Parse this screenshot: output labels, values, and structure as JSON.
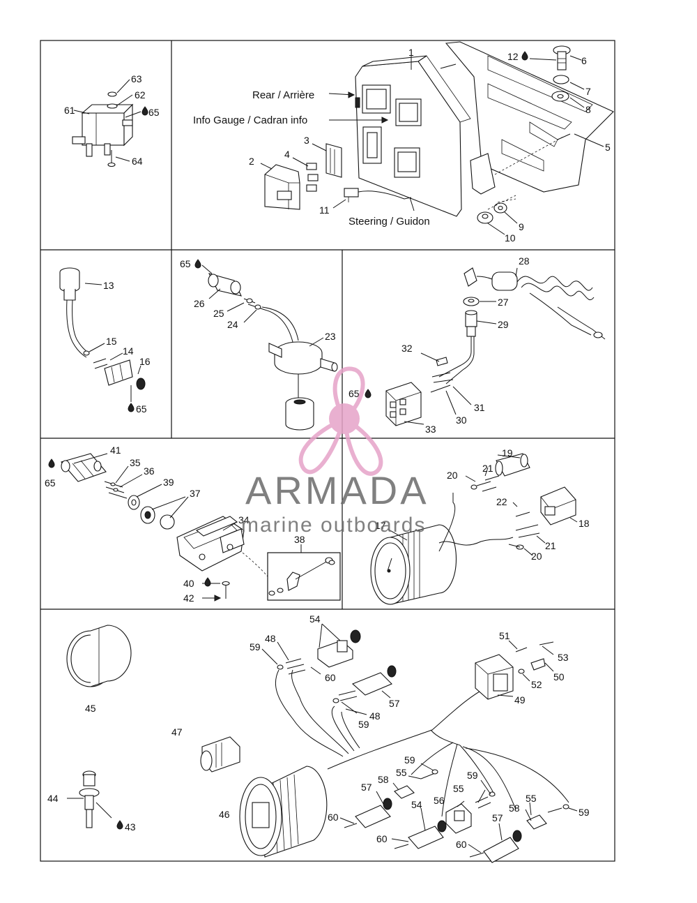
{
  "callouts": {
    "c1": "1",
    "c2": "2",
    "c3": "3",
    "c4": "4",
    "c5": "5",
    "c6": "6",
    "c7": "7",
    "c8": "8",
    "c9": "9",
    "c10": "10",
    "c11": "11",
    "c12": "12",
    "c13": "13",
    "c14": "14",
    "c15": "15",
    "c16": "16",
    "c17": "17",
    "c18": "18",
    "c19": "19",
    "c20": "20",
    "c21": "21",
    "c22": "22",
    "c23": "23",
    "c24": "24",
    "c25": "25",
    "c26": "26",
    "c27": "27",
    "c28": "28",
    "c29": "29",
    "c30": "30",
    "c31": "31",
    "c32": "32",
    "c33": "33",
    "c34": "34",
    "c35": "35",
    "c36": "36",
    "c37": "37",
    "c38": "38",
    "c39": "39",
    "c40": "40",
    "c41": "41",
    "c42": "42",
    "c43": "43",
    "c44": "44",
    "c45": "45",
    "c46": "46",
    "c47": "47",
    "c48": "48",
    "c49": "49",
    "c50": "50",
    "c51": "51",
    "c52": "52",
    "c53": "53",
    "c54": "54",
    "c55": "55",
    "c56": "56",
    "c57": "57",
    "c58": "58",
    "c59": "59",
    "c60": "60",
    "c61": "61",
    "c62": "62",
    "c63": "63",
    "c64": "64",
    "c65": "65"
  },
  "captions": {
    "rear": "Rear / Arrière",
    "info_gauge": "Info Gauge / Cadran info",
    "steering": "Steering / Guidon"
  },
  "watermark": {
    "brand": "ARMADA",
    "tagline": "marine outboards",
    "color_pink": "#e6a3c8",
    "color_text": "#6b6b6b"
  }
}
